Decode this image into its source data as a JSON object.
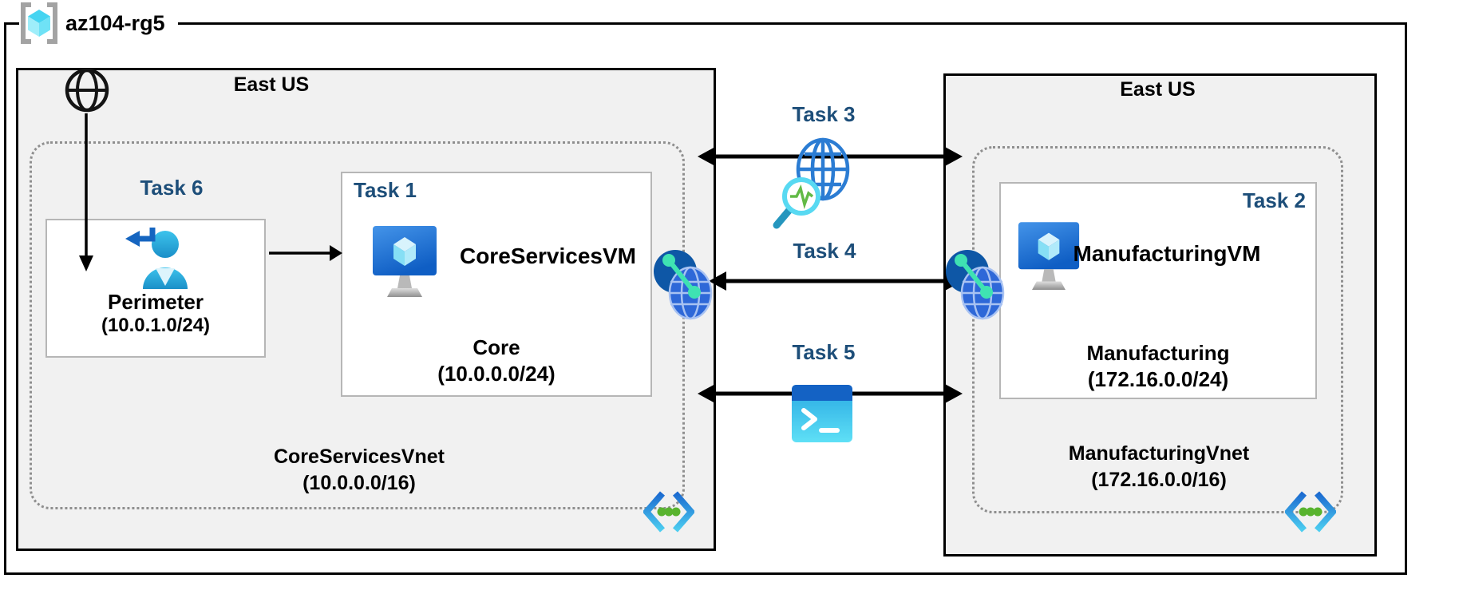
{
  "resource_group": {
    "label": "az104-rg5"
  },
  "left_region": {
    "location": "East US",
    "perimeter": {
      "task": "Task 6",
      "name": "Perimeter",
      "cidr": "(10.0.1.0/24)"
    },
    "core_subnet": {
      "task": "Task 1",
      "vm_name": "CoreServicesVM",
      "name": "Core",
      "cidr": "(10.0.0.0/24)"
    },
    "vnet": {
      "name": "CoreServicesVnet",
      "cidr": "(10.0.0.0/16)"
    }
  },
  "right_region": {
    "location": "East US",
    "manufacturing_subnet": {
      "task": "Task 2",
      "vm_name": "ManufacturingVM",
      "name": "Manufacturing",
      "cidr": "(172.16.0.0/24)"
    },
    "vnet": {
      "name": "ManufacturingVnet",
      "cidr": "(172.16.0.0/16)"
    }
  },
  "connections": {
    "task3": {
      "label": "Task 3",
      "icon": "network-watcher-icon"
    },
    "task4": {
      "label": "Task 4",
      "icon": "vnet-peering-icon"
    },
    "task5": {
      "label": "Task 5",
      "icon": "cloud-shell-icon"
    }
  },
  "icons": {
    "resource_group": "resource-group-icon",
    "internet": "internet-globe-icon",
    "perimeter_user": "guest-user-icon",
    "virtual_machine": "virtual-machine-icon",
    "virtual_network": "virtual-network-icon",
    "vnet_peering": "vnet-peering-icon",
    "network_watcher": "network-watcher-icon",
    "cloud_shell": "cloud-shell-icon"
  },
  "colors": {
    "task_label": "#1d4e79",
    "region_fill": "#f1f1f1",
    "outer_border": "#000000",
    "box_border": "#b6b6b6",
    "dotted_border": "#8f8f8f",
    "azure_blue": "#2b7cd3",
    "monitor_blue": "#1567c8",
    "cube_cyan": "#50e6ff",
    "peering_teal": "#3fe2b2",
    "vnet_dot_green": "#58b32e",
    "shell_cyan": "#35c2ee"
  }
}
